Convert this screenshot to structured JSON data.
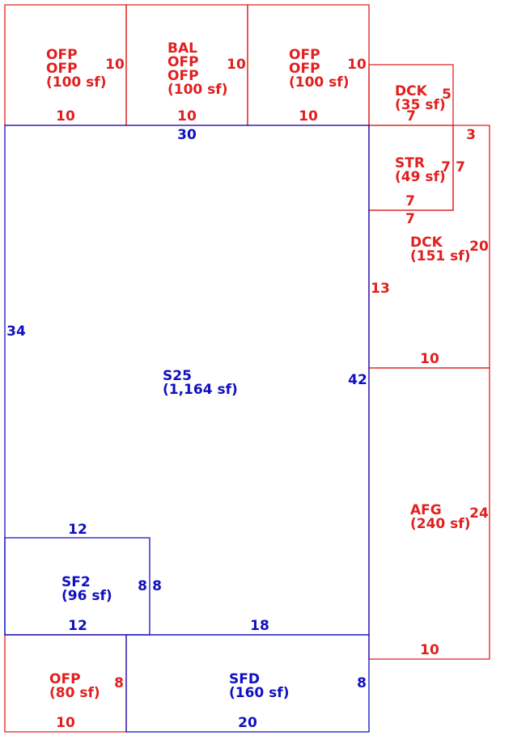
{
  "colors": {
    "red": "#e02020",
    "blue": "#1010c0",
    "background": "#ffffff"
  },
  "areas": [
    {
      "id": "ofp-top-1",
      "color": "red",
      "lines": [
        "OFP",
        "OFP",
        "(100 sf)"
      ]
    },
    {
      "id": "bal-top-2",
      "color": "red",
      "lines": [
        "BAL",
        "OFP",
        "OFP",
        "(100 sf)"
      ]
    },
    {
      "id": "ofp-top-3",
      "color": "red",
      "lines": [
        "OFP",
        "OFP",
        "(100 sf)"
      ]
    },
    {
      "id": "dck-small",
      "color": "red",
      "lines": [
        "DCK",
        "(35 sf)"
      ]
    },
    {
      "id": "str",
      "color": "red",
      "lines": [
        "STR",
        "(49 sf)"
      ]
    },
    {
      "id": "dck-large",
      "color": "red",
      "lines": [
        "DCK",
        "(151 sf)"
      ]
    },
    {
      "id": "s25",
      "color": "blue",
      "lines": [
        "S25",
        "(1,164 sf)"
      ]
    },
    {
      "id": "afg",
      "color": "red",
      "lines": [
        "AFG",
        "(240 sf)"
      ]
    },
    {
      "id": "sf2",
      "color": "blue",
      "lines": [
        "SF2",
        "(96 sf)"
      ]
    },
    {
      "id": "ofp-bottom",
      "color": "red",
      "lines": [
        "OFP",
        "(80 sf)"
      ]
    },
    {
      "id": "sfd",
      "color": "blue",
      "lines": [
        "SFD",
        "(160 sf)"
      ]
    }
  ],
  "dimensions": [
    {
      "id": "ofp1-right",
      "color": "red",
      "text": "10"
    },
    {
      "id": "ofp1-bottom",
      "color": "red",
      "text": "10"
    },
    {
      "id": "bal-right",
      "color": "red",
      "text": "10"
    },
    {
      "id": "bal-bottom",
      "color": "red",
      "text": "10"
    },
    {
      "id": "ofp3-right",
      "color": "red",
      "text": "10"
    },
    {
      "id": "ofp3-bottom",
      "color": "red",
      "text": "10"
    },
    {
      "id": "dck-small-right",
      "color": "red",
      "text": "5"
    },
    {
      "id": "dck-small-bottom",
      "color": "red",
      "text": "7"
    },
    {
      "id": "str-right",
      "color": "red",
      "text": "7"
    },
    {
      "id": "str-bottom",
      "color": "red",
      "text": "7"
    },
    {
      "id": "dck-large-top",
      "color": "red",
      "text": "3"
    },
    {
      "id": "dck-large-step",
      "color": "red",
      "text": "7"
    },
    {
      "id": "dck-large-inner",
      "color": "red",
      "text": "7"
    },
    {
      "id": "dck-large-right",
      "color": "red",
      "text": "20"
    },
    {
      "id": "dck-large-left",
      "color": "red",
      "text": "13"
    },
    {
      "id": "dck-large-bottom",
      "color": "red",
      "text": "10"
    },
    {
      "id": "afg-right",
      "color": "red",
      "text": "24"
    },
    {
      "id": "afg-bottom",
      "color": "red",
      "text": "10"
    },
    {
      "id": "s25-top",
      "color": "blue",
      "text": "30"
    },
    {
      "id": "s25-left",
      "color": "blue",
      "text": "34"
    },
    {
      "id": "s25-right",
      "color": "blue",
      "text": "42"
    },
    {
      "id": "s25-bottom",
      "color": "blue",
      "text": "18"
    },
    {
      "id": "sf2-top",
      "color": "blue",
      "text": "12"
    },
    {
      "id": "sf2-right",
      "color": "blue",
      "text": "8"
    },
    {
      "id": "sf2-right-outer",
      "color": "blue",
      "text": "8"
    },
    {
      "id": "sf2-bottom",
      "color": "blue",
      "text": "12"
    },
    {
      "id": "ofp-bottom-right",
      "color": "red",
      "text": "8"
    },
    {
      "id": "ofp-bottom-bottom",
      "color": "red",
      "text": "10"
    },
    {
      "id": "sfd-right",
      "color": "blue",
      "text": "8"
    },
    {
      "id": "sfd-bottom",
      "color": "blue",
      "text": "20"
    }
  ]
}
